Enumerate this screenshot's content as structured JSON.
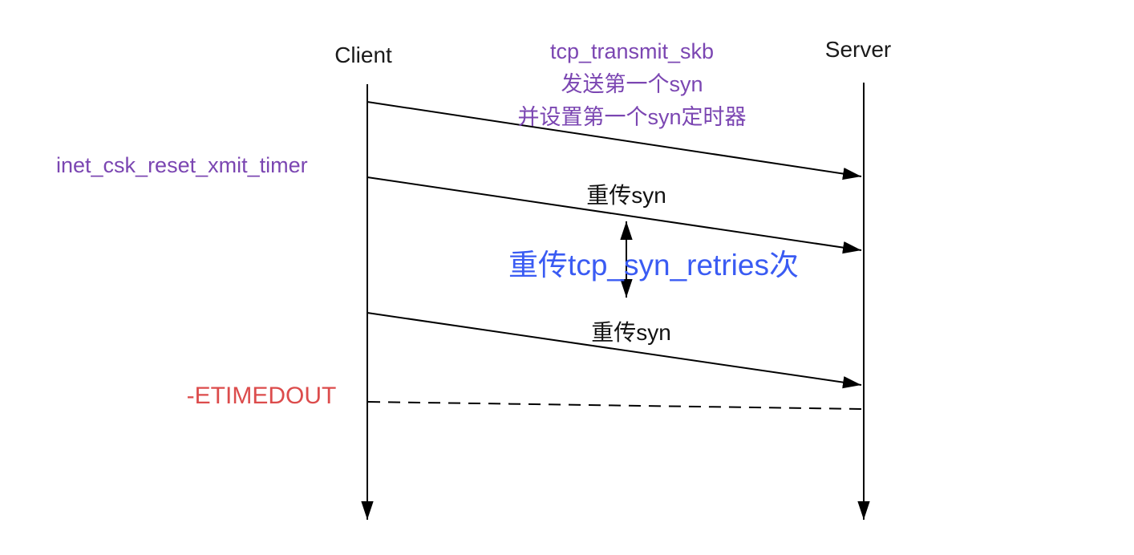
{
  "diagram": {
    "participants": {
      "client": "Client",
      "server": "Server"
    },
    "notes": {
      "send_first_syn_lines": [
        "tcp_transmit_skb",
        "发送第一个syn",
        "并设置第一个syn定时器"
      ],
      "reset_timer": "inet_csk_reset_xmit_timer",
      "retry_count": "重传tcp_syn_retries次",
      "timeout": "-ETIMEDOUT"
    },
    "messages": {
      "retransmit_1": "重传syn",
      "retransmit_2": "重传syn"
    },
    "colors": {
      "purple_annotation": "#7B46B2",
      "blue_annotation": "#3A5BF3",
      "red_annotation": "#DC4C4C",
      "line": "#000000"
    }
  }
}
